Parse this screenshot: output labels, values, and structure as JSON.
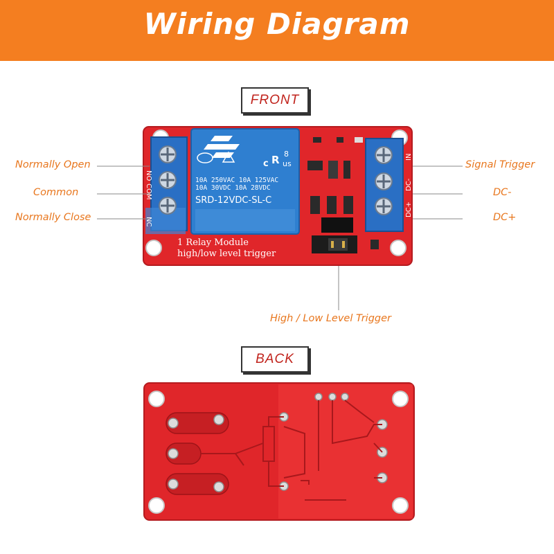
{
  "header": {
    "title": "Wiring Diagram"
  },
  "sections": {
    "front_label": "FRONT",
    "back_label": "BACK"
  },
  "callouts": {
    "normally_open": "Normally Open",
    "common": "Common",
    "normally_close": "Normally Close",
    "signal_trigger": "Signal Trigger",
    "dc_minus": "DC-",
    "dc_plus": "DC+",
    "level_trigger": "High / Low Level Trigger"
  },
  "board_front": {
    "relay_lines": [
      "10A 250VAC  10A 125VAC",
      "10A  30VDC  10A  28VDC"
    ],
    "relay_model": "SRD-12VDC-SL-C",
    "module_line1": "1 Relay  Module",
    "module_line2": "high/low level trigger",
    "left_pins": [
      "NO",
      "COM",
      "NC"
    ],
    "right_pins": [
      "IN",
      "DC-",
      "DC+"
    ]
  },
  "colors": {
    "accent": "#f47e20",
    "board_red": "#e0262a",
    "relay_blue": "#2f7fd0",
    "terminal_blue": "#2a6fc4",
    "title_red": "#c0221b"
  }
}
